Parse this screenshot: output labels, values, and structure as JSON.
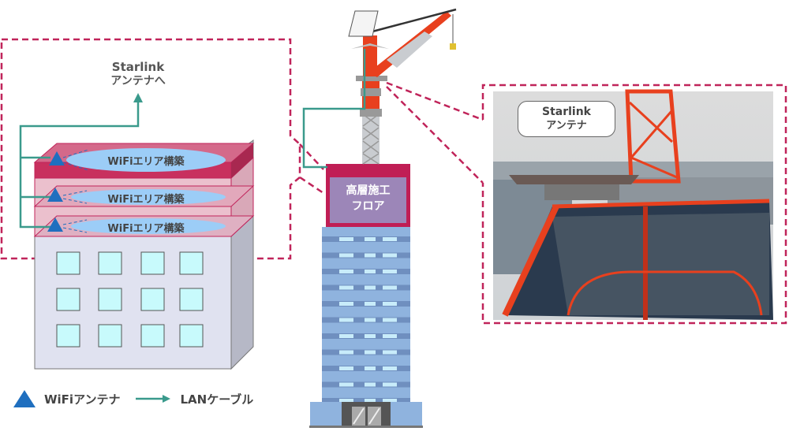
{
  "diagram": {
    "top_label": {
      "line1": "Starlink",
      "line2": "アンテナへ"
    },
    "wifi_areas": [
      {
        "label": "WiFiエリア構築"
      },
      {
        "label": "WiFiエリア構築"
      },
      {
        "label": "WiFiエリア構築"
      }
    ],
    "tower_label": {
      "line1": "高層施工",
      "line2": "フロア"
    },
    "photo_label": {
      "line1": "Starlink",
      "line2": "アンテナ"
    },
    "legend": {
      "antenna_label": "WiFiアンテナ",
      "cable_label": "LANケーブル"
    },
    "colors": {
      "dashed_border": "#c0245a",
      "lan_cable": "#3a9a8c",
      "antenna": "#1f6fbf",
      "wifi_ellipse": "#9ccdf7",
      "floor_pink": "#e8b8c8",
      "floor_top": "#c8305e",
      "building_face": "#e0e2f0",
      "window": "#c8fafc",
      "tower_blue": "#8fb3de",
      "tower_top": "#c01e55",
      "crane_red": "#e8401e"
    }
  }
}
